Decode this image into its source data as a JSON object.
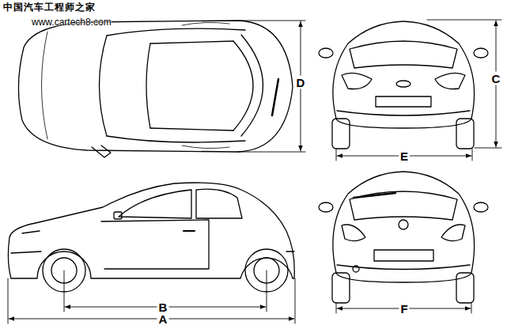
{
  "diagram": {
    "labels": [
      "中国汽车工程师之家",
      "www.cartech8.com",
      "D",
      "C",
      "E",
      "B",
      "A",
      "F"
    ]
  }
}
